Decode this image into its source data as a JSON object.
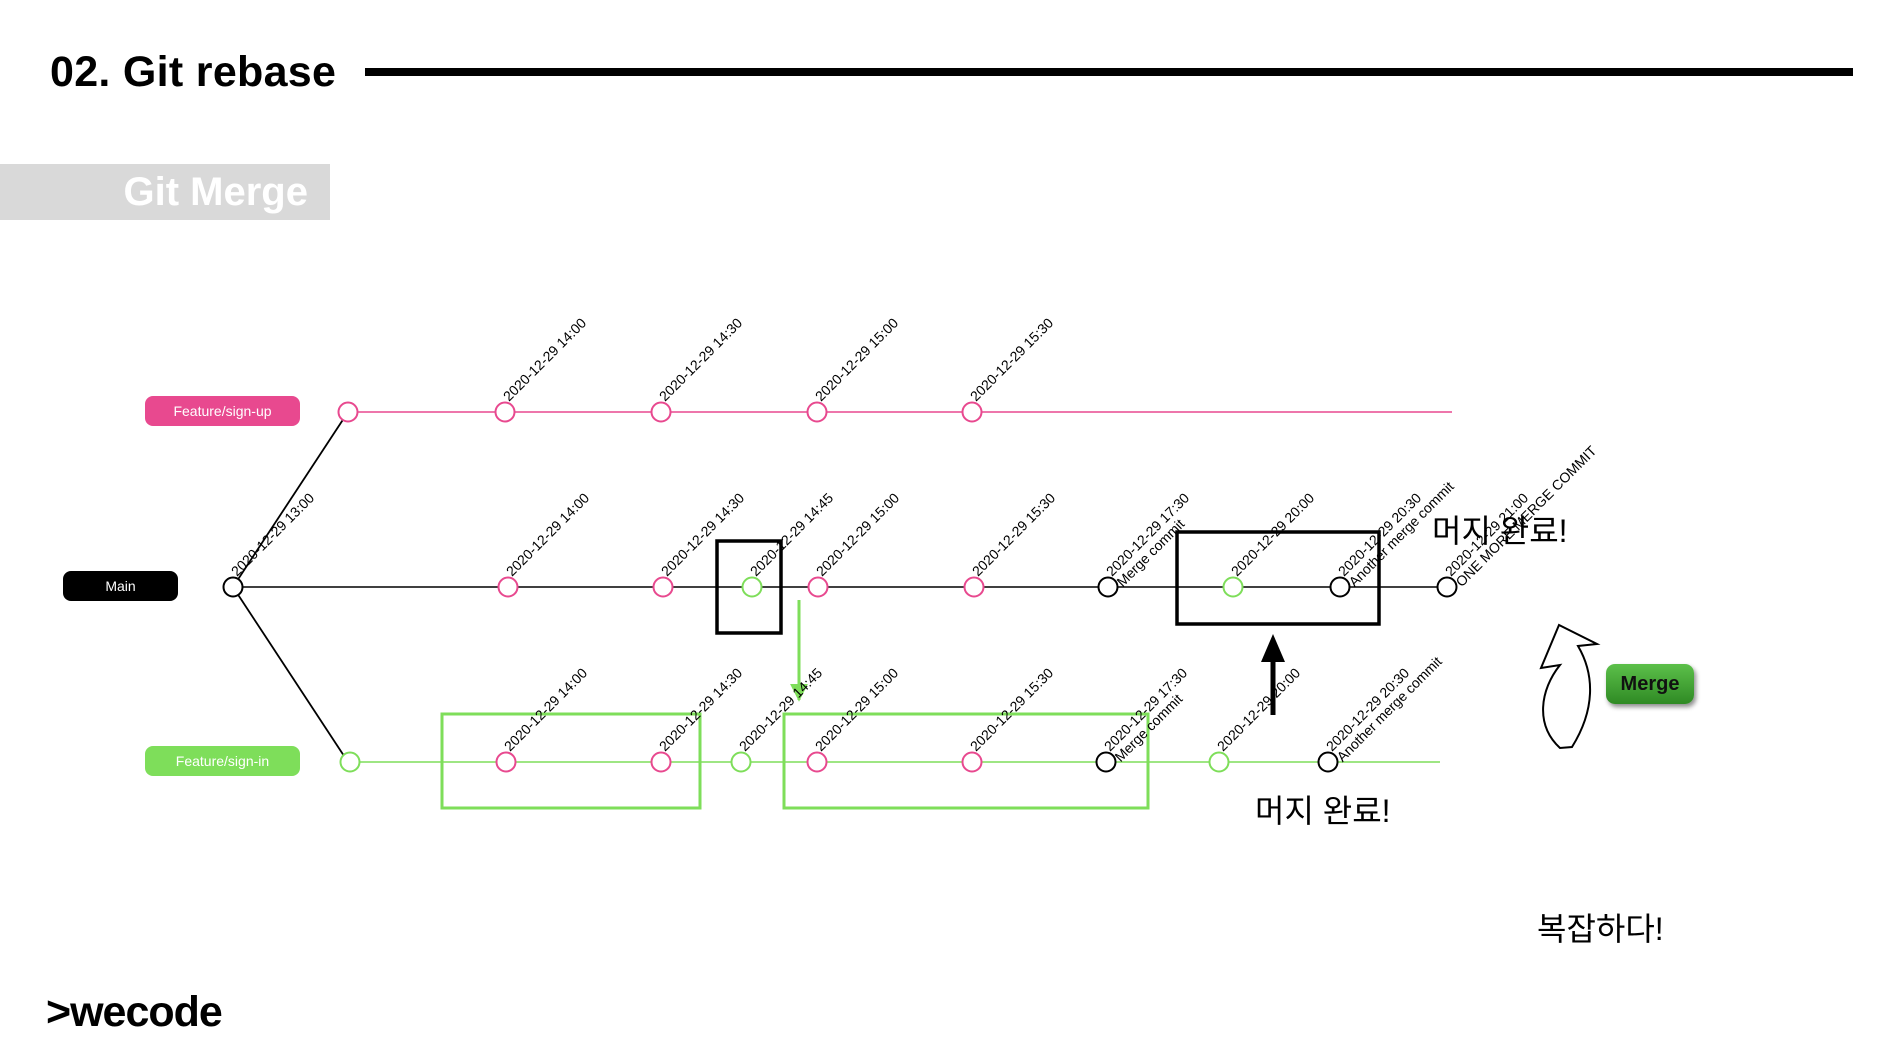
{
  "slide": {
    "title": "02. Git rebase",
    "subtitle": "Git Merge",
    "logo": ">wecode"
  },
  "branches": {
    "feature_signup": {
      "label": "Feature/sign-up",
      "color": "#e8498f"
    },
    "main": {
      "label": "Main",
      "color": "#000000"
    },
    "feature_signin": {
      "label": "Feature/sign-in",
      "color": "#7ede5a"
    }
  },
  "commits": {
    "signup": [
      {
        "time": "2020-12-29 14:00"
      },
      {
        "time": "2020-12-29 14:30"
      },
      {
        "time": "2020-12-29 15:00"
      },
      {
        "time": "2020-12-29 15:30"
      }
    ],
    "main": [
      {
        "time": "2020-12-29 13:00"
      },
      {
        "time": "2020-12-29 14:00"
      },
      {
        "time": "2020-12-29 14:30"
      },
      {
        "time": "2020-12-29 14:45"
      },
      {
        "time": "2020-12-29 15:00"
      },
      {
        "time": "2020-12-29 15:30"
      },
      {
        "time": "2020-12-29 17:30",
        "note": "Merge commit"
      },
      {
        "time": "2020-12-29 20:00"
      },
      {
        "time": "2020-12-29 20:30",
        "note": "Another merge commit"
      },
      {
        "time": "2020-12-29 21:00",
        "note": "ONE MORE MERGE COMMIT"
      }
    ],
    "signin": [
      {
        "time": "2020-12-29 14:00"
      },
      {
        "time": "2020-12-29 14:30"
      },
      {
        "time": "2020-12-29 14:45"
      },
      {
        "time": "2020-12-29 15:00"
      },
      {
        "time": "2020-12-29 15:30"
      },
      {
        "time": "2020-12-29 17:30",
        "note": "Merge commit"
      },
      {
        "time": "2020-12-29 20:00"
      },
      {
        "time": "2020-12-29 20:30",
        "note": "Another merge commit"
      }
    ]
  },
  "annotations": {
    "merge_done_top": "머지 완료!",
    "merge_done_bottom": "머지 완료!",
    "complex": "복잡하다!",
    "merge_button": "Merge"
  }
}
